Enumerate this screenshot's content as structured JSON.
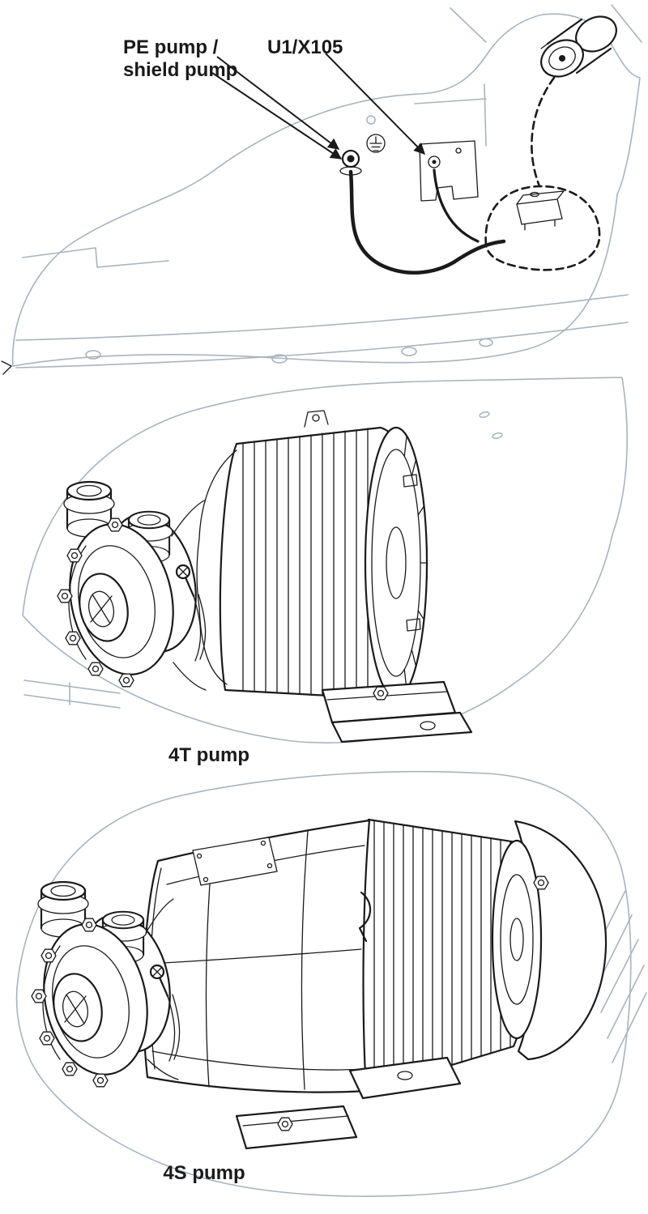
{
  "colors": {
    "line": "#1a1a1a",
    "background_line": "#a9b3bd",
    "page_background": "#ffffff"
  },
  "callouts": {
    "pe_pump_line1": "PE pump /",
    "pe_pump_line2": "shield pump",
    "connector": "U1/X105"
  },
  "captions": {
    "pump_4t": "4T pump",
    "pump_4s": "4S pump"
  }
}
